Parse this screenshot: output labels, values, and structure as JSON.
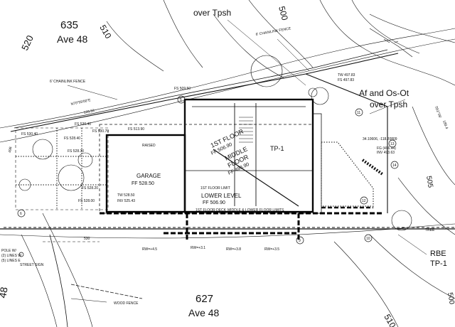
{
  "labels": {
    "lot_top_number": "635",
    "lot_top_street": "Ave 48",
    "lot_bottom_number": "627",
    "lot_bottom_street": "Ave 48",
    "top_left_num": "520",
    "top_mid_num": "510",
    "top_right_num": "500",
    "over_tpsh_top": "over Tpsh",
    "af_os_ot": "Af and Os-Ot",
    "over_tpsh_right": "over Tpsh",
    "chainlink_top": "6' CHAINLINK FENCE",
    "chainlink_left": "6' CHAINLINK FENCE",
    "bearing": "N70°59'00\"E",
    "distance": "133.33",
    "bearing_right": "S51°09'",
    "dist_right": "189.4",
    "garage": "GARAGE",
    "garage_ff": "FF 528.50",
    "first_floor": "1ST FLOOR",
    "first_floor_ff": "FF 506.90",
    "middle_floor": "MIDDLE",
    "middle_floor2": "FLOOR",
    "middle_ff": "FF 496.90",
    "lower_level": "LOWER LEVEL",
    "lower_ff": "FF 506.90",
    "tp": "TP-1",
    "rbe": "RBE",
    "rbe_tp": "TP-1",
    "wood_fence": "WOOD FENCE",
    "street_sign": "STREET SIGN",
    "pole": "POLE W/",
    "lines": "(2) LINES W",
    "lines2": "(5) LINES E",
    "raised": "RAISED",
    "floor_limit": "1ST FLOOR LIMIT",
    "mid_lower": "MIDDLE & LOWER FLOOR LIMITS",
    "deck": "1ST FLOOR DECK",
    "coords": "34.10606, -118.20809",
    "fg_inv_1": "FG (496.44)",
    "fg_inv_2": "INV 493.63",
    "tree": "TREE",
    "tw_1": "TW 497.83",
    "tw_2": "FS 497.83",
    "fs_1": "FS 528.40",
    "fs_2": "FS 528.30",
    "fs_3": "FS 528.20",
    "fs_4": "FS 528.00",
    "tw_3": "TW 528.50",
    "inv_1": "INV 525.43",
    "fs_5": "FS 530.40",
    "fs_6": "FS 530.40",
    "fs_7": "FS 530.70",
    "fs_8": "FS 513.90",
    "fs_9": "FS 509.50",
    "rw_1": "RW=+4.5",
    "rw_2": "RW=+3.1",
    "rw_3": "RW=+3.8",
    "rw_4": "RW=+3.5",
    "top_48": "48",
    "left_498": "498",
    "right_500": "500",
    "right_505": "505",
    "bottom_510": "510",
    "bot_530": "530",
    "num_13": "13",
    "num_14": "14",
    "num_11": "11",
    "num_12": "12",
    "num_10": "10",
    "num_9": "9",
    "num_5": "5",
    "num_6": "6"
  }
}
